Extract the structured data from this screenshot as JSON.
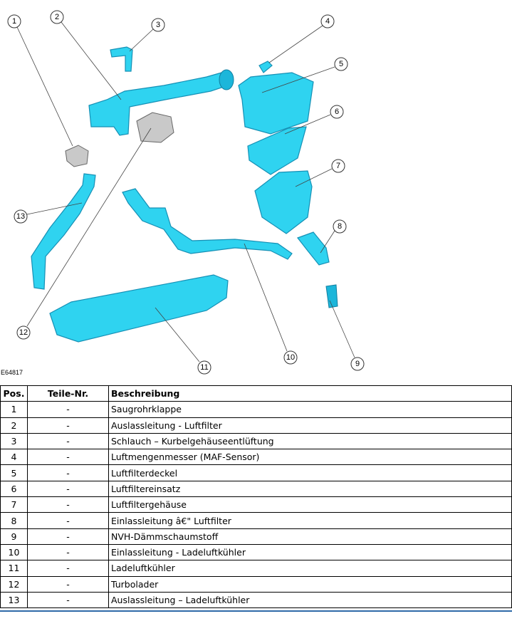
{
  "figure_code": "E64817",
  "callouts": [
    "1",
    "2",
    "3",
    "4",
    "5",
    "6",
    "7",
    "8",
    "9",
    "10",
    "11",
    "12",
    "13"
  ],
  "table": {
    "headers": {
      "pos": "Pos.",
      "part_no": "Teile-Nr.",
      "description": "Beschreibung"
    },
    "rows": [
      {
        "pos": "1",
        "part_no": "-",
        "description": "Saugrohrklappe"
      },
      {
        "pos": "2",
        "part_no": "-",
        "description": "Auslassleitung - Luftfilter"
      },
      {
        "pos": "3",
        "part_no": "-",
        "description": "Schlauch – Kurbelgehäuseentlüftung"
      },
      {
        "pos": "4",
        "part_no": "-",
        "description": "Luftmengenmesser (MAF-Sensor)"
      },
      {
        "pos": "5",
        "part_no": "-",
        "description": "Luftfilterdeckel"
      },
      {
        "pos": "6",
        "part_no": "-",
        "description": "Luftfiltereinsatz"
      },
      {
        "pos": "7",
        "part_no": "-",
        "description": "Luftfiltergehäuse"
      },
      {
        "pos": "8",
        "part_no": "-",
        "description": "Einlassleitung â€\" Luftfilter"
      },
      {
        "pos": "9",
        "part_no": "-",
        "description": "NVH-Dämmschaumstoff"
      },
      {
        "pos": "10",
        "part_no": "-",
        "description": "Einlassleitung - Ladeluftkühler"
      },
      {
        "pos": "11",
        "part_no": "-",
        "description": "Ladeluftkühler"
      },
      {
        "pos": "12",
        "part_no": "-",
        "description": "Turbolader"
      },
      {
        "pos": "13",
        "part_no": "-",
        "description": "Auslassleitung – Ladeluftkühler"
      }
    ]
  },
  "colors": {
    "part": "#2fd3f0",
    "accent_line": "#2f6aa8"
  }
}
